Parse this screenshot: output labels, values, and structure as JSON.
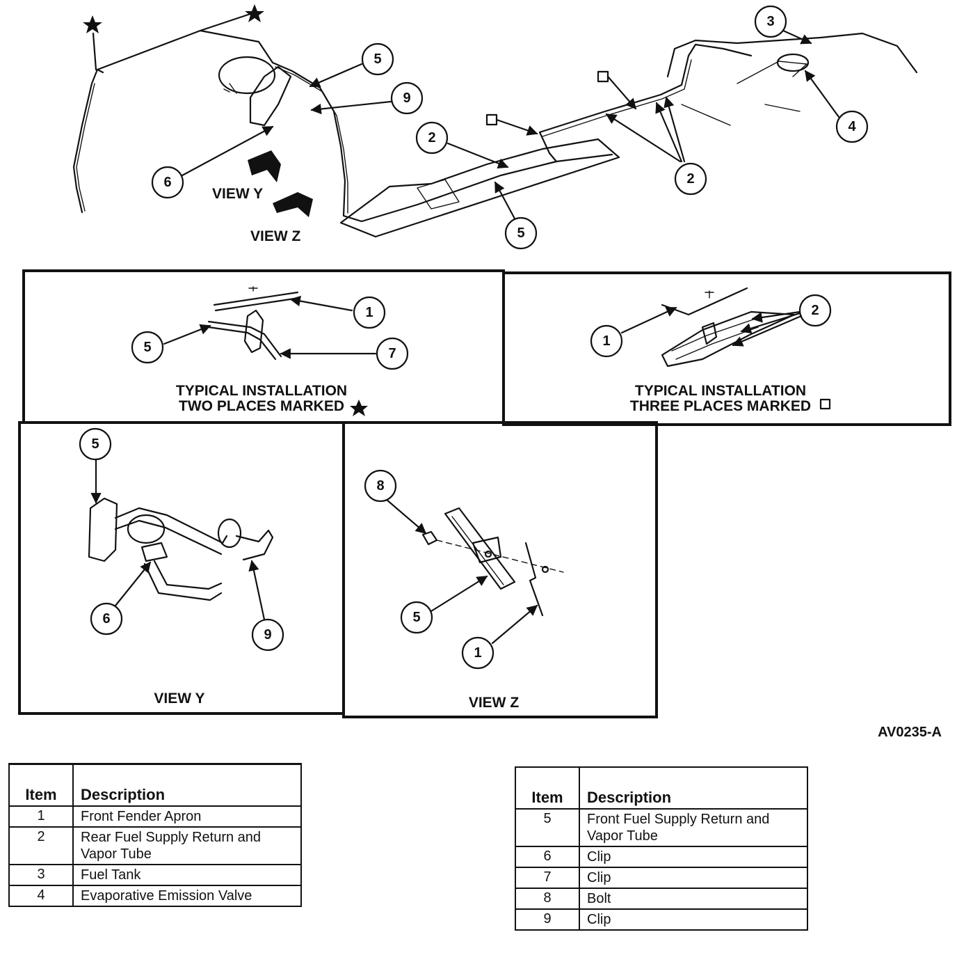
{
  "main_view": {
    "view_y_label": "VIEW Y",
    "view_z_label": "VIEW Z",
    "callouts": [
      "5",
      "9",
      "6",
      "2",
      "5",
      "2",
      "3",
      "4"
    ]
  },
  "panel_star": {
    "caption_line1": "TYPICAL INSTALLATION",
    "caption_line2": "TWO PLACES MARKED",
    "callouts": [
      "1",
      "5",
      "7"
    ]
  },
  "panel_square": {
    "caption_line1": "TYPICAL INSTALLATION",
    "caption_line2": "THREE PLACES MARKED",
    "callouts": [
      "1",
      "2"
    ]
  },
  "panel_view_y": {
    "caption": "VIEW Y",
    "callouts": [
      "5",
      "6",
      "9"
    ]
  },
  "panel_view_z": {
    "caption": "VIEW Z",
    "callouts": [
      "8",
      "5",
      "1"
    ]
  },
  "figure_id": "AV0235-A",
  "legend_left": {
    "header_item": "Item",
    "header_desc": "Description",
    "rows": [
      {
        "item": "1",
        "desc": "Front Fender Apron"
      },
      {
        "item": "2",
        "desc": "Rear Fuel Supply Return and Vapor Tube"
      },
      {
        "item": "3",
        "desc": "Fuel Tank"
      },
      {
        "item": "4",
        "desc": "Evaporative Emission Valve"
      }
    ]
  },
  "legend_right": {
    "header_item": "Item",
    "header_desc": "Description",
    "rows": [
      {
        "item": "5",
        "desc": "Front Fuel Supply Return and Vapor Tube"
      },
      {
        "item": "6",
        "desc": "Clip"
      },
      {
        "item": "7",
        "desc": "Clip"
      },
      {
        "item": "8",
        "desc": "Bolt"
      },
      {
        "item": "9",
        "desc": "Clip"
      }
    ]
  }
}
